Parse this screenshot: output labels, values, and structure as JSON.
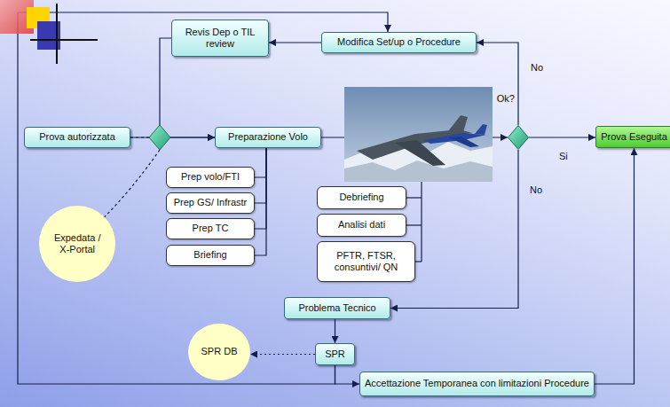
{
  "diagram": {
    "nodes": [
      {
        "text": [
          "Revis Dep o TIL review"
        ]
      },
      {
        "text": [
          "Modifica Set/up o Procedure"
        ]
      },
      {
        "text": [
          "Prova autorizzata"
        ]
      },
      {
        "text": [
          "Preparazione Volo"
        ]
      },
      {
        "text": [
          "Ok?"
        ]
      },
      {
        "text": [
          "Prova Eseguita"
        ]
      },
      {
        "text": [
          "Prep volo/FTI"
        ]
      },
      {
        "text": [
          "Prep GS/ Infrastr"
        ]
      },
      {
        "text": [
          "Prep TC"
        ]
      },
      {
        "text": [
          "Briefing"
        ]
      },
      {
        "text": [
          "Expedata / X-Portal"
        ]
      },
      {
        "text": [
          "Debriefing"
        ]
      },
      {
        "text": [
          "Analisi dati"
        ]
      },
      {
        "text": [
          "PFTR, FTSR, consuntivi/ QN"
        ]
      },
      {
        "text": [
          "Problema Tecnico"
        ]
      },
      {
        "text": [
          "SPR"
        ]
      },
      {
        "text": [
          "SPR DB"
        ]
      },
      {
        "text": [
          "Accettazione Temporanea con limitazioni Procedure"
        ]
      }
    ],
    "edges": [
      {
        "from": 2,
        "to": 3,
        "arrow": "to"
      },
      {
        "from": 2,
        "to": 10,
        "arrow": "none"
      },
      {
        "from": 1,
        "to": 0,
        "arrow": "to"
      },
      {
        "from": 0,
        "to": 3,
        "arrow": "to"
      },
      {
        "from": 3,
        "to": 6,
        "arrow": "none"
      },
      {
        "from": 3,
        "to": 7,
        "arrow": "none"
      },
      {
        "from": 3,
        "to": 8,
        "arrow": "none"
      },
      {
        "from": 3,
        "to": 9,
        "arrow": "none"
      },
      {
        "from": 3,
        "to": 4,
        "arrow": "to"
      },
      {
        "from": 4,
        "to": 5,
        "label": "Si",
        "arrow": "to"
      },
      {
        "from": 4,
        "to": 1,
        "label": "No",
        "arrow": "to"
      },
      {
        "from": 4,
        "to": 14,
        "label": "No",
        "arrow": "to"
      },
      {
        "from": 14,
        "to": 15,
        "arrow": "to"
      },
      {
        "from": 15,
        "to": 16,
        "arrow": "to"
      },
      {
        "from": 15,
        "to": 17,
        "arrow": "to"
      },
      {
        "from": 15,
        "to": 1,
        "arrow": "to"
      },
      {
        "from": 17,
        "to": 5,
        "arrow": "to"
      }
    ]
  }
}
